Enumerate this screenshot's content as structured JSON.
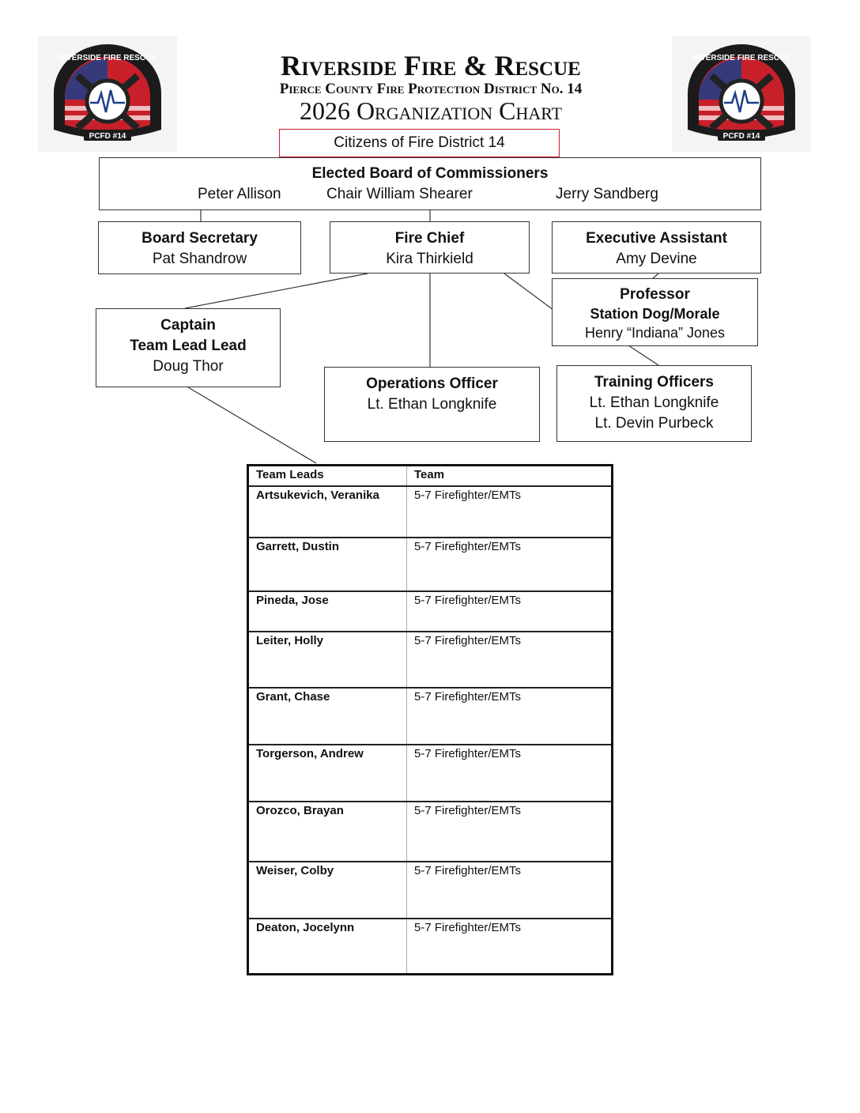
{
  "header": {
    "title": "Riverside Fire & Rescue",
    "subtitle": "Pierce County Fire Protection District No. 14",
    "chart_title": "2026 Organization Chart"
  },
  "logo": {
    "arc_text": "RIVERSIDE FIRE RESCUE",
    "banner_text": "PCFD #14",
    "colors": {
      "ring": "#1b1b1b",
      "flag_red": "#c8202a",
      "flag_blue": "#1c3f8a",
      "badge_bg": "#ffffff"
    }
  },
  "citizens": {
    "label": "Citizens of Fire District 14",
    "border_color": "#c8202a"
  },
  "board": {
    "title": "Elected Board of Commissioners",
    "members": [
      "Peter Allison",
      "Chair William Shearer",
      "Jerry Sandberg"
    ]
  },
  "secretary": {
    "title": "Board Secretary",
    "name": "Pat Shandrow"
  },
  "chief": {
    "title": "Fire Chief",
    "name": "Kira Thirkield"
  },
  "assistant": {
    "title": "Executive Assistant",
    "name": "Amy Devine"
  },
  "professor": {
    "title": "Professor",
    "role": "Station Dog/Morale",
    "name": "Henry “Indiana” Jones"
  },
  "captain": {
    "title": "Captain",
    "role": "Team Lead Lead",
    "name": "Doug Thor"
  },
  "operations": {
    "title": "Operations Officer",
    "name": "Lt. Ethan Longknife"
  },
  "training": {
    "title": "Training Officers",
    "names": [
      "Lt. Ethan Longknife",
      "Lt. Devin Purbeck"
    ]
  },
  "leads_table": {
    "headers": [
      "Team Leads",
      "Team"
    ],
    "rows": [
      [
        "Artsukevich, Veranika",
        "5-7 Firefighter/EMTs"
      ],
      [
        "Garrett, Dustin",
        "5-7 Firefighter/EMTs"
      ],
      [
        "Pineda, Jose",
        "5-7 Firefighter/EMTs"
      ],
      [
        "Leiter, Holly",
        "5-7 Firefighter/EMTs"
      ],
      [
        "Grant, Chase",
        "5-7 Firefighter/EMTs"
      ],
      [
        "Torgerson, Andrew",
        "5-7 Firefighter/EMTs"
      ],
      [
        "Orozco, Brayan",
        "5-7 Firefighter/EMTs"
      ],
      [
        "Weiser, Colby",
        "5-7 Firefighter/EMTs"
      ],
      [
        "Deaton, Jocelynn",
        "5-7 Firefighter/EMTs"
      ]
    ]
  }
}
